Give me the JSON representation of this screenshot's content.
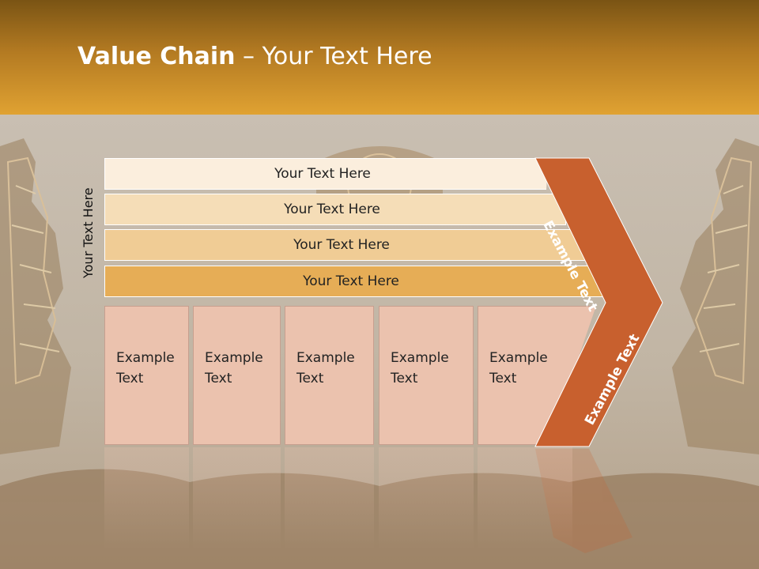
{
  "header": {
    "title_bold": "Value Chain",
    "title_rest": " – Your Text Here"
  },
  "side_label": "Your Text Here",
  "bars": [
    {
      "label": "Your Text Here"
    },
    {
      "label": "Your Text Here"
    },
    {
      "label": "Your Text Here"
    },
    {
      "label": "Your Text Here"
    }
  ],
  "boxes": [
    {
      "line1": "Example",
      "line2": "Text"
    },
    {
      "line1": "Example",
      "line2": "Text"
    },
    {
      "line1": "Example",
      "line2": "Text"
    },
    {
      "line1": "Example",
      "line2": "Text"
    },
    {
      "line1": "Example",
      "line2": "Text"
    }
  ],
  "chevron": {
    "upper_label": "Example Text",
    "lower_label": "Example Text",
    "color": "#c8602e"
  },
  "colors": {
    "header": "#e0a232",
    "bar1": "#fbeedd",
    "bar2": "#f5ddb7",
    "bar3": "#f0cc95",
    "bar4": "#e6ad56",
    "box": "#ebc2ae"
  }
}
